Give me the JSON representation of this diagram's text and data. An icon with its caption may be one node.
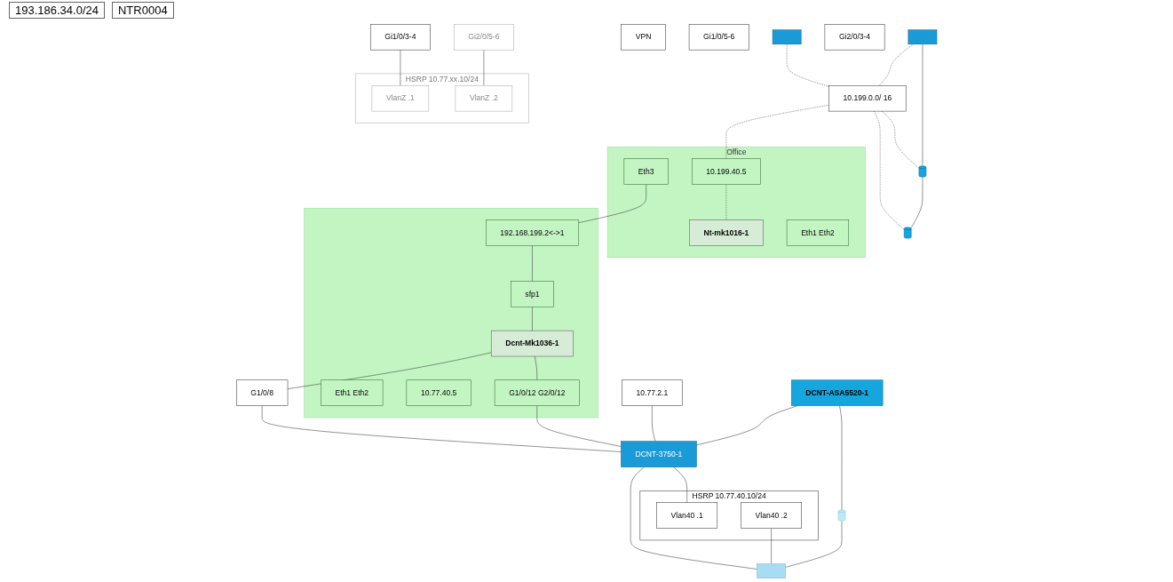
{
  "diagram": {
    "nodes": [
      {
        "text": [],
        "shape": "box"
      },
      {
        "text": [],
        "shape": "box"
      },
      {
        "text": [],
        "shape": "cylinder"
      },
      {
        "text": [
          "10.199.0.0/ 16"
        ]
      },
      {
        "text": [],
        "shape": "cylinder"
      },
      {
        "text": [
          "Office"
        ]
      },
      {
        "text": [
          "10.199.40.5"
        ],
        "in": 5
      },
      {
        "text": [
          "Eth1 Eth2"
        ],
        "in": 5
      },
      {
        "text": [
          "Nt-mk1016-1"
        ],
        "in": 5
      },
      {
        "text": [
          "Eth3"
        ],
        "in": 5
      },
      {
        "text": [
          "VPN"
        ]
      },
      {
        "text": [],
        "shape": "box"
      },
      {
        "text": [
          "192.168.199.2<->1"
        ],
        "in": 11
      },
      {
        "text": [
          "sfp1"
        ],
        "in": 11
      },
      {
        "text": [
          "Dcnt-Mk1036-1"
        ],
        "in": 11
      },
      {
        "text": [
          "Eth1 Eth2"
        ],
        "in": 11
      },
      {
        "text": [
          "10.77.40.5"
        ],
        "in": 11
      },
      {
        "text": [
          "G1/0/12 G2/0/12"
        ],
        "in": 11
      },
      {
        "text": [
          "DCNT-ASA5520-1"
        ]
      },
      {
        "text": [],
        "shape": "cylinder"
      },
      {
        "text": [
          "G1/0/8"
        ]
      },
      {
        "text": [
          "10.77.2.1"
        ]
      },
      {
        "text": [
          "DCNT-3750-1"
        ]
      },
      {
        "text": [
          "Gi1/0/5-6"
        ]
      },
      {
        "text": [
          "Gi1/0/3-4"
        ]
      },
      {
        "text": [
          "HSRP 10.77.40.10/24"
        ]
      },
      {
        "text": [
          "Vlan40 .1"
        ],
        "in": 25
      },
      {
        "text": [
          "Vlan40 .2"
        ],
        "in": 25
      },
      {
        "text": [],
        "shape": "box"
      },
      {
        "text": [
          "Gi2/0/3-4"
        ]
      },
      {
        "text": [
          "Gi2/0/5-6"
        ]
      },
      {
        "text": [
          "HSRP 10.77.xx.10/24"
        ]
      },
      {
        "text": [
          "VlanZ .1"
        ],
        "in": 31
      },
      {
        "text": [
          "VlanZ .2"
        ],
        "in": 31
      }
    ],
    "edges": [
      {
        "from": 0,
        "to": 2,
        "arrow": "none"
      },
      {
        "from": 0,
        "to": 3,
        "arrow": "none",
        "style": "dashed"
      },
      {
        "from": 1,
        "to": 3,
        "arrow": "none",
        "style": "dashed"
      },
      {
        "from": 3,
        "to": 2,
        "arrow": "none",
        "style": "dashed"
      },
      {
        "from": 3,
        "to": 4,
        "arrow": "none",
        "style": "dashed"
      },
      {
        "from": 2,
        "to": 4,
        "arrow": "none"
      },
      {
        "from": 3,
        "to": 6,
        "arrow": "none",
        "style": "dashed"
      },
      {
        "from": 6,
        "to": 8,
        "arrow": "none",
        "style": "dashed"
      },
      {
        "from": 9,
        "to": 12,
        "arrow": "none"
      },
      {
        "from": 12,
        "to": 13,
        "arrow": "none"
      },
      {
        "from": 13,
        "to": 14,
        "arrow": "none"
      },
      {
        "from": 14,
        "to": 17,
        "arrow": "none"
      },
      {
        "from": 17,
        "to": 22,
        "arrow": "none"
      },
      {
        "from": 18,
        "to": 19,
        "arrow": "none"
      },
      {
        "from": 18,
        "to": 22,
        "arrow": "none"
      },
      {
        "from": 14,
        "to": 20,
        "arrow": "none"
      },
      {
        "from": 20,
        "to": 22,
        "arrow": "none"
      },
      {
        "from": 21,
        "to": 22,
        "arrow": "none"
      },
      {
        "from": 22,
        "to": 26,
        "arrow": "none"
      },
      {
        "from": 27,
        "to": 28,
        "arrow": "none"
      },
      {
        "from": 22,
        "to": 28,
        "arrow": "none"
      },
      {
        "from": 19,
        "to": 28,
        "arrow": "none"
      },
      {
        "from": 24,
        "to": 32,
        "arrow": "none"
      },
      {
        "from": 30,
        "to": 33,
        "arrow": "none"
      }
    ],
    "labels": [
      "193.186.34.0/24",
      "NTR0004"
    ]
  }
}
